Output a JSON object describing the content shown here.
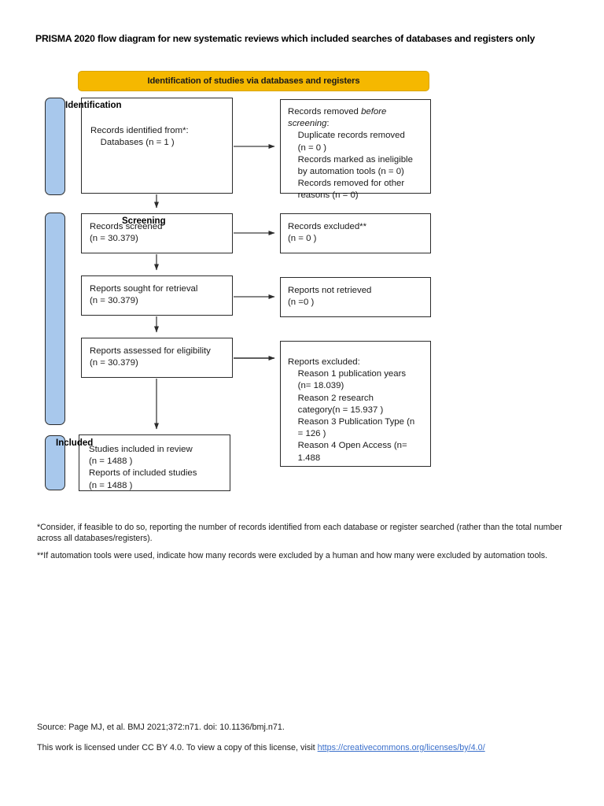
{
  "document": {
    "title": "PRISMA 2020 flow diagram for new systematic reviews which included searches of databases and registers only"
  },
  "banner": {
    "label": "Identification of studies via databases and registers",
    "color": "#F5B800"
  },
  "stages": {
    "bar_color": "#A8C8EC",
    "identification": {
      "label": "Identification"
    },
    "screening": {
      "label": "Screening"
    },
    "included": {
      "label": "Included"
    }
  },
  "boxes": {
    "identified": {
      "name": "Records identified from",
      "text": "Records identified from*:\n    Databases (n = 1 )"
    },
    "removed_before_screening": {
      "lead": "Records removed ",
      "lead_em": "before\nscreening",
      "lead_tail": ":",
      "text": "    Duplicate records removed\n    (n = 0 )\n    Records marked as ineligible\n    by automation tools (n = 0)\n    Records removed for other\n    reasons (n = 0)"
    },
    "screened": {
      "text": "Records screened\n(n = 30.379)"
    },
    "records_excluded": {
      "text": "Records excluded**\n(n = 0 )"
    },
    "sought_for_retrieval": {
      "text": "Reports sought for retrieval\n(n = 30.379)"
    },
    "not_retrieved": {
      "text": "Reports not retrieved\n(n =0 )"
    },
    "assessed_for_eligibility": {
      "text": "Reports assessed for eligibility\n(n = 30.379)"
    },
    "reports_excluded": {
      "text": "Reports excluded:\n    Reason 1 publication years\n    (n= 18.039)\n    Reason 2 research\n    category(n = 15.937 )\n    Reason 3 Publication Type (n\n    = 126 )\n    Reason 4 Open Access (n=\n    1.488"
    },
    "studies_included": {
      "text": "Studies included in review\n(n = 1488 )\nReports of included studies\n(n = 1488 )"
    }
  },
  "notes": {
    "note_1": "*Consider, if feasible to do so, reporting the number of records identified from each database or register searched (rather than the total number across all databases/registers).",
    "note_2": "**If automation tools were used, indicate how many records were excluded by a human and how many were excluded by automation tools."
  },
  "footer": {
    "source": "Source: Page MJ, et al. BMJ 2021;372:n71. doi: 10.1136/bmj.n71.",
    "license_lead": "This work is licensed under CC BY 4.0. To view a copy of this license, visit ",
    "license_url": "https://creativecommons.org/licenses/by/4.0/",
    "link_color": "#3a6fcb"
  }
}
